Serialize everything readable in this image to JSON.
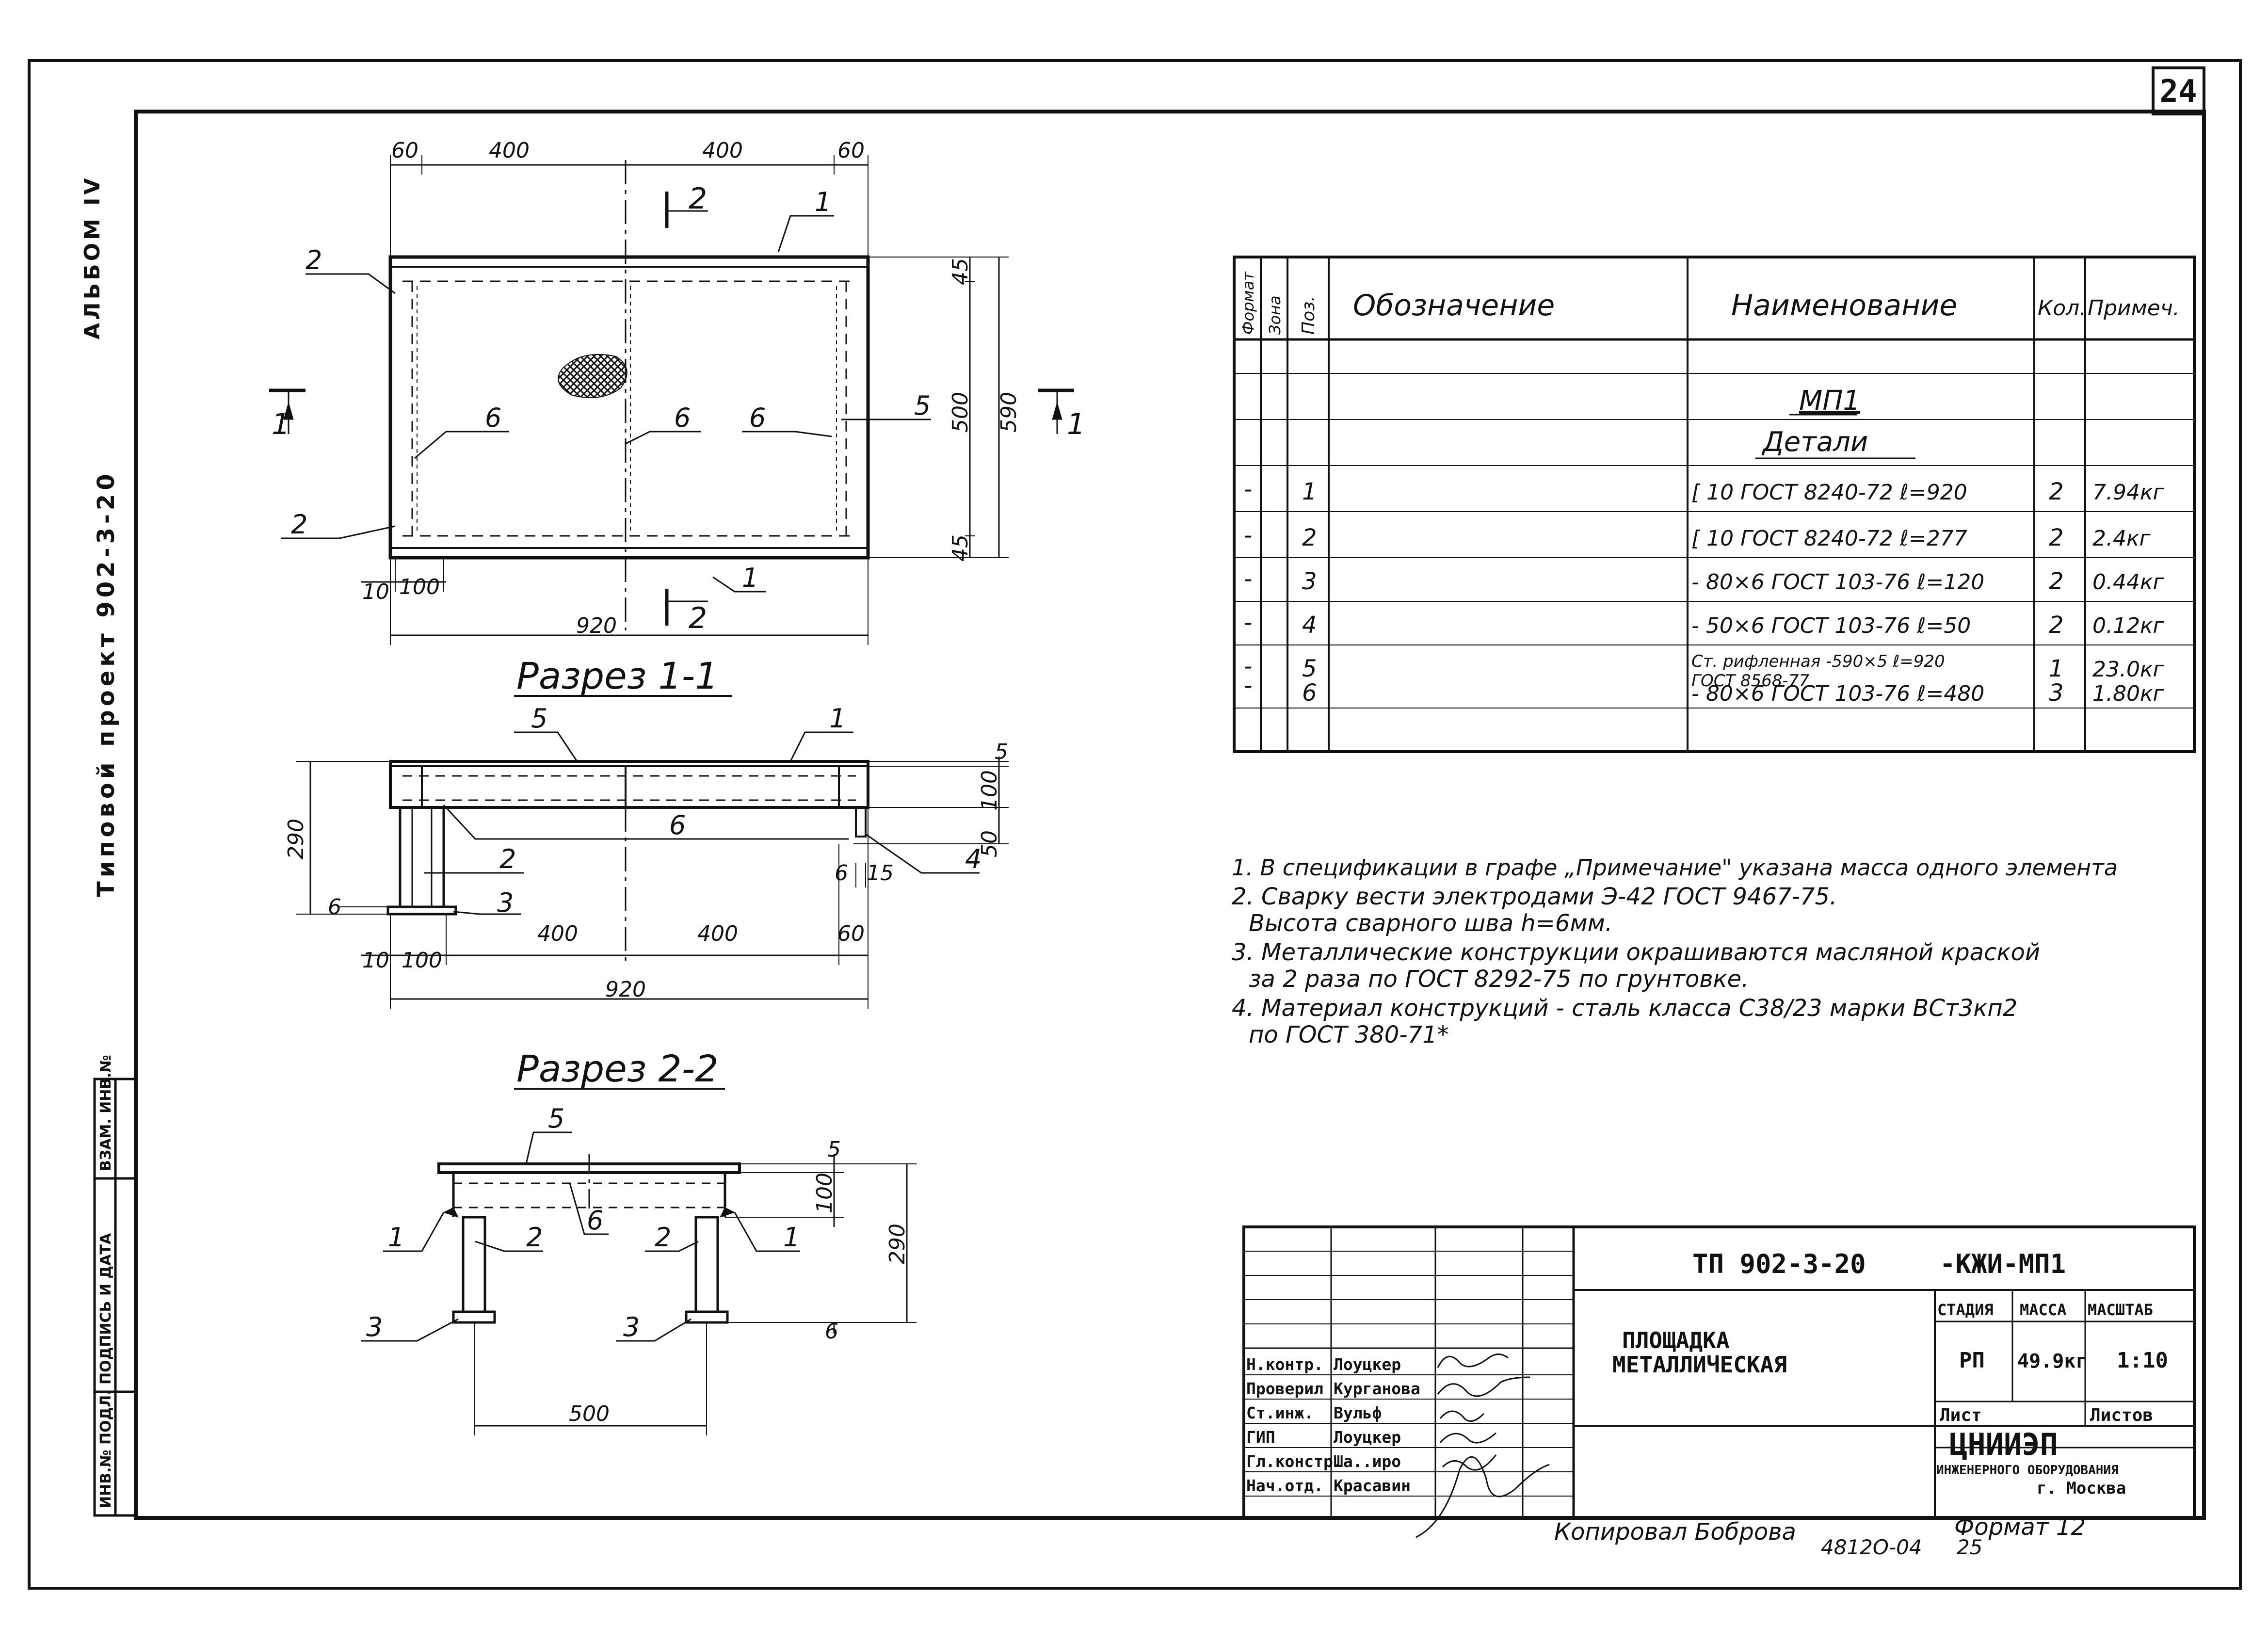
{
  "sheet_number": "24",
  "side_labels": {
    "album": "АЛЬБОМ IV",
    "project": "Типовой проект 902-3-20",
    "stamp_cols": [
      "ИНВ.№ ПОДЛ.",
      "ПОДПИСЬ И ДАТА",
      "ВЗАМ. ИНВ.№"
    ]
  },
  "plan_view": {
    "dims_top": [
      "60",
      "400",
      "400",
      "60"
    ],
    "dims_right": [
      "45",
      "500",
      "45"
    ],
    "dim_overall_height": "590",
    "dims_bottom_small": [
      "10",
      "100"
    ],
    "dim_overall_width": "920",
    "section_marks": [
      "1",
      "1",
      "2",
      "2"
    ],
    "callouts": [
      "1",
      "1",
      "2",
      "2",
      "6",
      "6",
      "6",
      "5"
    ]
  },
  "section_1_1": {
    "title": "Разрез 1-1",
    "dims_bottom": [
      "10",
      "100",
      "400",
      "400",
      "60"
    ],
    "dim_overall": "920",
    "dims_right": [
      "5",
      "100",
      "50"
    ],
    "dim_height": "290",
    "dims_misc": [
      "6",
      "6",
      "15"
    ],
    "callouts": [
      "5",
      "1",
      "2",
      "6",
      "3",
      "4"
    ]
  },
  "section_2_2": {
    "title": "Разрез 2-2",
    "dims_right": [
      "5",
      "100"
    ],
    "dim_height": "290",
    "dim_misc": "6",
    "dim_bottom": "500",
    "callouts": [
      "5",
      "6",
      "1",
      "2",
      "2",
      "1",
      "3",
      "3"
    ]
  },
  "spec_table": {
    "headers": [
      "Формат",
      "Зона",
      "Поз.",
      "Обозначение",
      "Наименование",
      "Кол.",
      "Примеч."
    ],
    "group_title": "МП1",
    "subgroup_title": "Детали",
    "rows": [
      {
        "fmt": "-",
        "pos": "1",
        "name": "[ 10 ГОСТ 8240-72 ℓ=920",
        "qty": "2",
        "note": "7.94кг"
      },
      {
        "fmt": "-",
        "pos": "2",
        "name": "[ 10 ГОСТ 8240-72 ℓ=277",
        "qty": "2",
        "note": "2.4кг"
      },
      {
        "fmt": "-",
        "pos": "3",
        "name": "- 80×6 ГОСТ 103-76 ℓ=120",
        "qty": "2",
        "note": "0.44кг"
      },
      {
        "fmt": "-",
        "pos": "4",
        "name": "- 50×6 ГОСТ 103-76 ℓ=50",
        "qty": "2",
        "note": "0.12кг"
      },
      {
        "fmt": "-",
        "pos": "5",
        "name": "Ст. рифленная -590×5 ℓ=920",
        "name2": "ГОСТ 8568-77",
        "qty": "1",
        "note": "23.0кг"
      },
      {
        "fmt": "-",
        "pos": "6",
        "name": "- 80×6 ГОСТ 103-76 ℓ=480",
        "qty": "3",
        "note": "1.80кг"
      }
    ]
  },
  "notes": [
    "1. В спецификации в графе „Примечание\" указана масса одного элемента",
    "2. Сварку вести электродами Э-42 ГОСТ 9467-75.",
    "Высота сварного шва h=6мм.",
    "3. Металлические конструкции окрашиваются масляной краской",
    "за 2 раза по ГОСТ 8292-75 по грунтовке.",
    "4. Материал конструкций - сталь класса С38/23 марки ВСт3кп2",
    "по ГОСТ 380-71*"
  ],
  "title_block": {
    "code": "ТП 902-3-20",
    "code_suffix": "-КЖИ-МП1",
    "object_name": [
      "ПЛОЩАДКА",
      "МЕТАЛЛИЧЕСКАЯ"
    ],
    "stage_header": "СТАДИЯ",
    "mass_header": "МАССА",
    "scale_header": "МАСШТАБ",
    "stage": "РП",
    "mass": "49.9кг",
    "scale": "1:10",
    "sheet_label": "Лист",
    "sheets_label": "Листов",
    "org_name": "ЦНИИЭП",
    "org_sub": "ИНЖЕНЕРНОГО ОБОРУДОВАНИЯ",
    "org_city": "г. Москва",
    "staff": [
      {
        "role": "Н.контр.",
        "name": "Лоуцкер"
      },
      {
        "role": "Проверил",
        "name": "Курганова"
      },
      {
        "role": "Ст.инж.",
        "name": "Вульф"
      },
      {
        "role": "ГИП",
        "name": "Лоуцкер"
      },
      {
        "role": "Гл.констр.",
        "name": "Ша..иро"
      },
      {
        "role": "Нач.отд.",
        "name": "Красавин"
      }
    ]
  },
  "footer": {
    "copied_by": "Копировал Боброва",
    "format": "Формат 12",
    "archive_no": "4812О-04",
    "page": "25"
  }
}
